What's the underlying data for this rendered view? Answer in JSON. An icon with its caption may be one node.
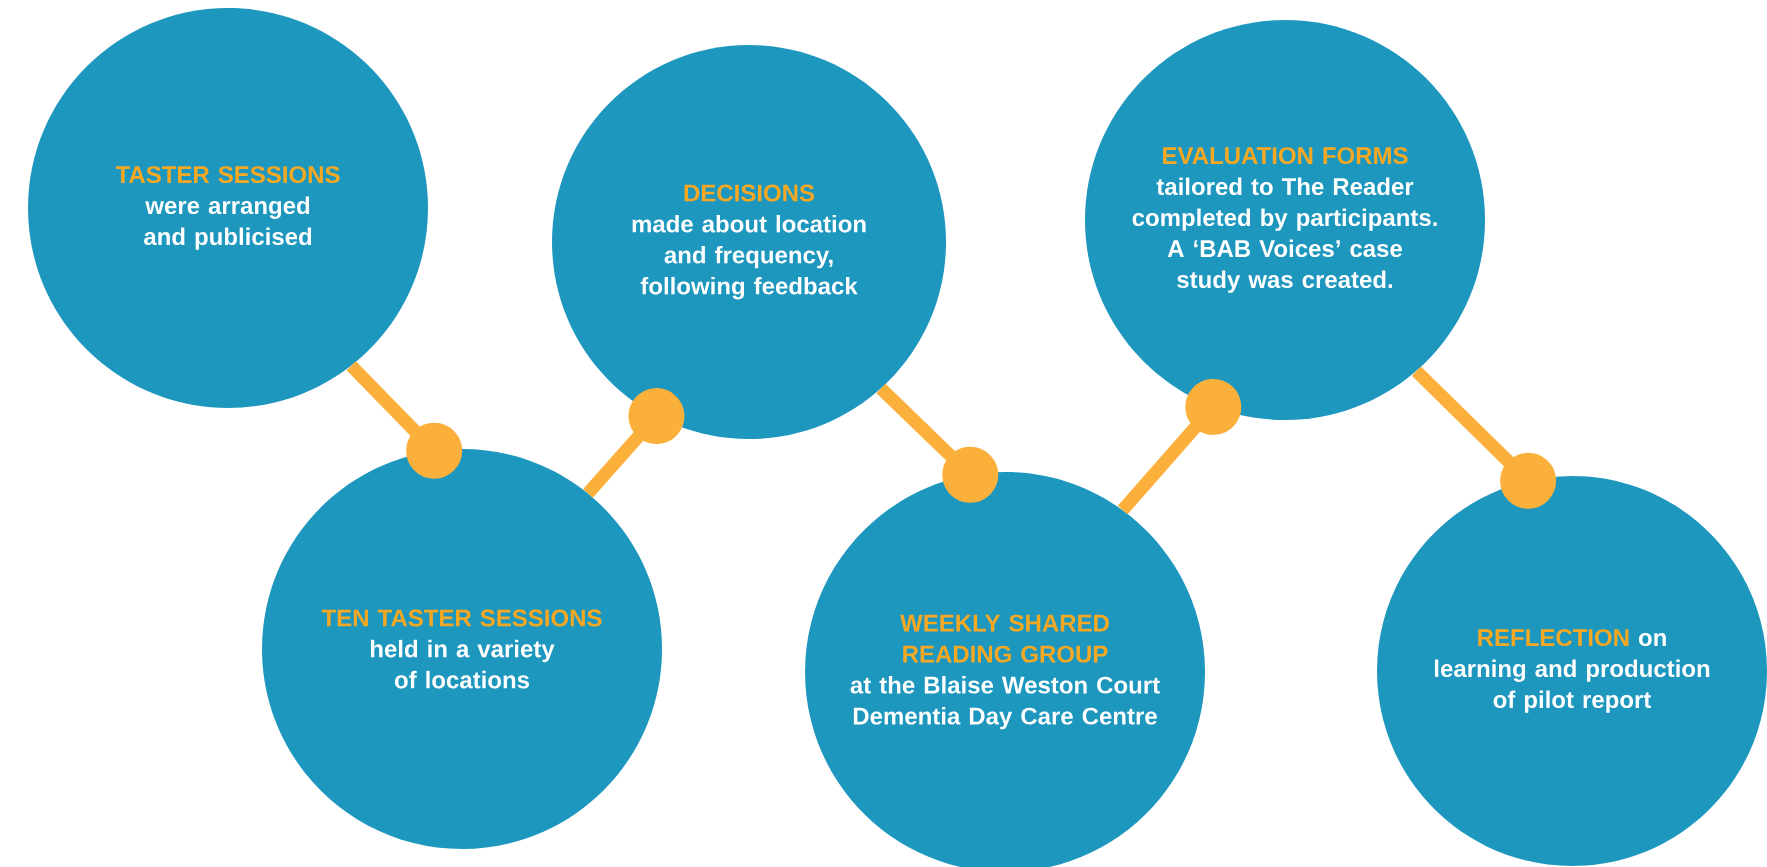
{
  "diagram": {
    "nodes": [
      {
        "text": [
          "TASTER SESSIONS",
          "were arranged and publicised"
        ]
      },
      {
        "text": [
          "TEN TASTER SESSIONS",
          "held in a variety of locations"
        ]
      },
      {
        "text": [
          "DECISIONS",
          "made about location and frequency, following feedback"
        ]
      },
      {
        "text": [
          "WEEKLY SHARED READING GROUP",
          "at the Blaise Weston Court Dementia Day Care Centre"
        ]
      },
      {
        "text": [
          "EVALUATION FORMS",
          "tailored to The Reader completed by participants. A ‘BAB Voices’ case study was created."
        ]
      },
      {
        "text": [
          "REFLECTION",
          "on learning and production of pilot report"
        ]
      }
    ],
    "edges": [
      {
        "from": 0,
        "to": 1,
        "arrow": "other"
      },
      {
        "from": 1,
        "to": 2,
        "arrow": "other"
      },
      {
        "from": 2,
        "to": 3,
        "arrow": "other"
      },
      {
        "from": 3,
        "to": 4,
        "arrow": "other"
      },
      {
        "from": 4,
        "to": 5,
        "arrow": "other"
      }
    ]
  }
}
